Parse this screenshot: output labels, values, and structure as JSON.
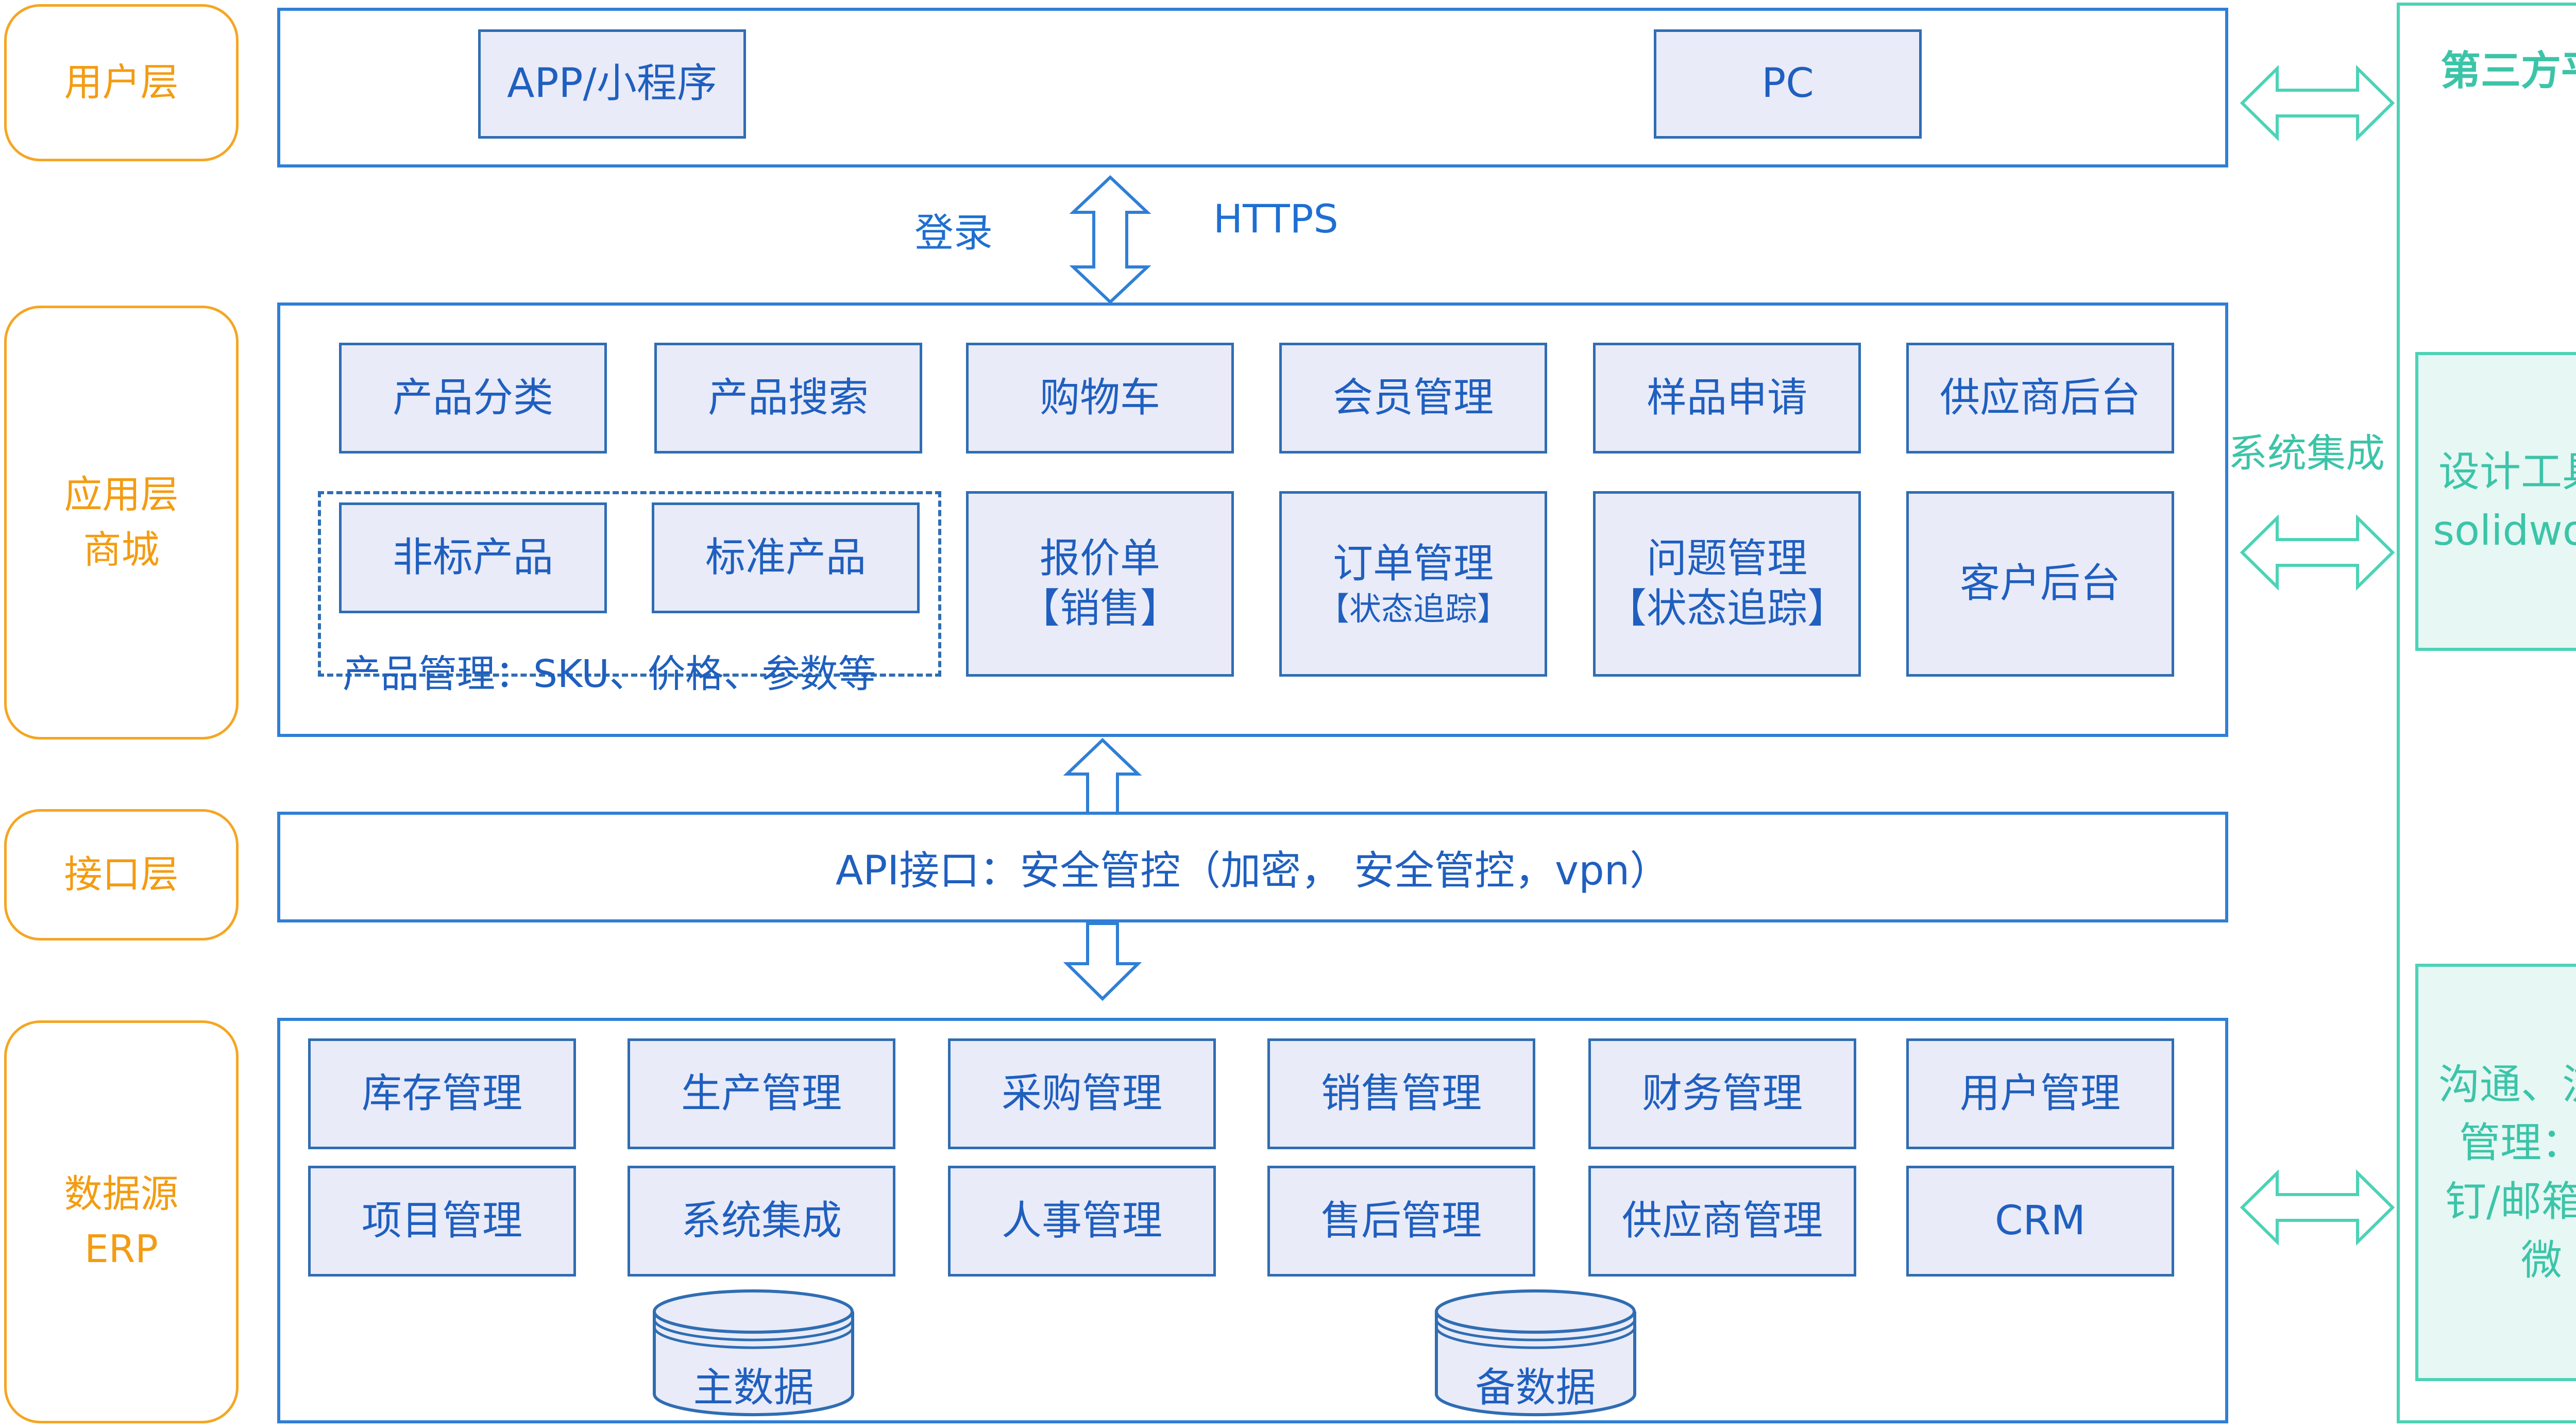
{
  "layers": {
    "user": "用户层",
    "app_line1": "应用层",
    "app_line2": "商城",
    "api": "接口层",
    "data_line1": "数据源",
    "data_line2": "ERP"
  },
  "user_layer": {
    "app": "APP/小程序",
    "pc": "PC"
  },
  "connector": {
    "login": "登录",
    "https": "HTTPS"
  },
  "app_layer": {
    "row1": [
      "产品分类",
      "产品搜索",
      "购物车",
      "会员管理",
      "样品申请",
      "供应商后台"
    ],
    "nonstandard": "非标产品",
    "standard": "标准产品",
    "product_mgmt_note": "产品管理：SKU、价格、参数等",
    "quote_line1": "报价单",
    "quote_line2": "【销售】",
    "order_line1": "订单管理",
    "order_line2": "【状态追踪】",
    "issue_line1": "问题管理",
    "issue_line2": "【状态追踪】",
    "customer_backend": "客户后台"
  },
  "api_layer": {
    "text": "API接口：安全管控（加密， 安全管控，vpn）"
  },
  "data_layer": {
    "row1": [
      "库存管理",
      "生产管理",
      "采购管理",
      "销售管理",
      "财务管理",
      "用户管理"
    ],
    "row2": [
      "项目管理",
      "系统集成",
      "人事管理",
      "售后管理",
      "供应商管理",
      "CRM"
    ],
    "master_data": "主数据",
    "backup_data": "备数据"
  },
  "third_party": {
    "title": "第三方平台",
    "integration": "系统集成",
    "design_line1": "设计工具：",
    "design_line2": "solidworks",
    "comm_line1": "沟通、流程",
    "comm_line2": "管理：钉",
    "comm_line3": "钉/邮箱/企",
    "comm_line4": "微"
  },
  "colors": {
    "layer_label": "#f39c12",
    "frame": "#2f7fd6",
    "box_fill": "#e9ebf8",
    "box_text": "#1f5fbf",
    "third_party": "#4cd3b5"
  }
}
